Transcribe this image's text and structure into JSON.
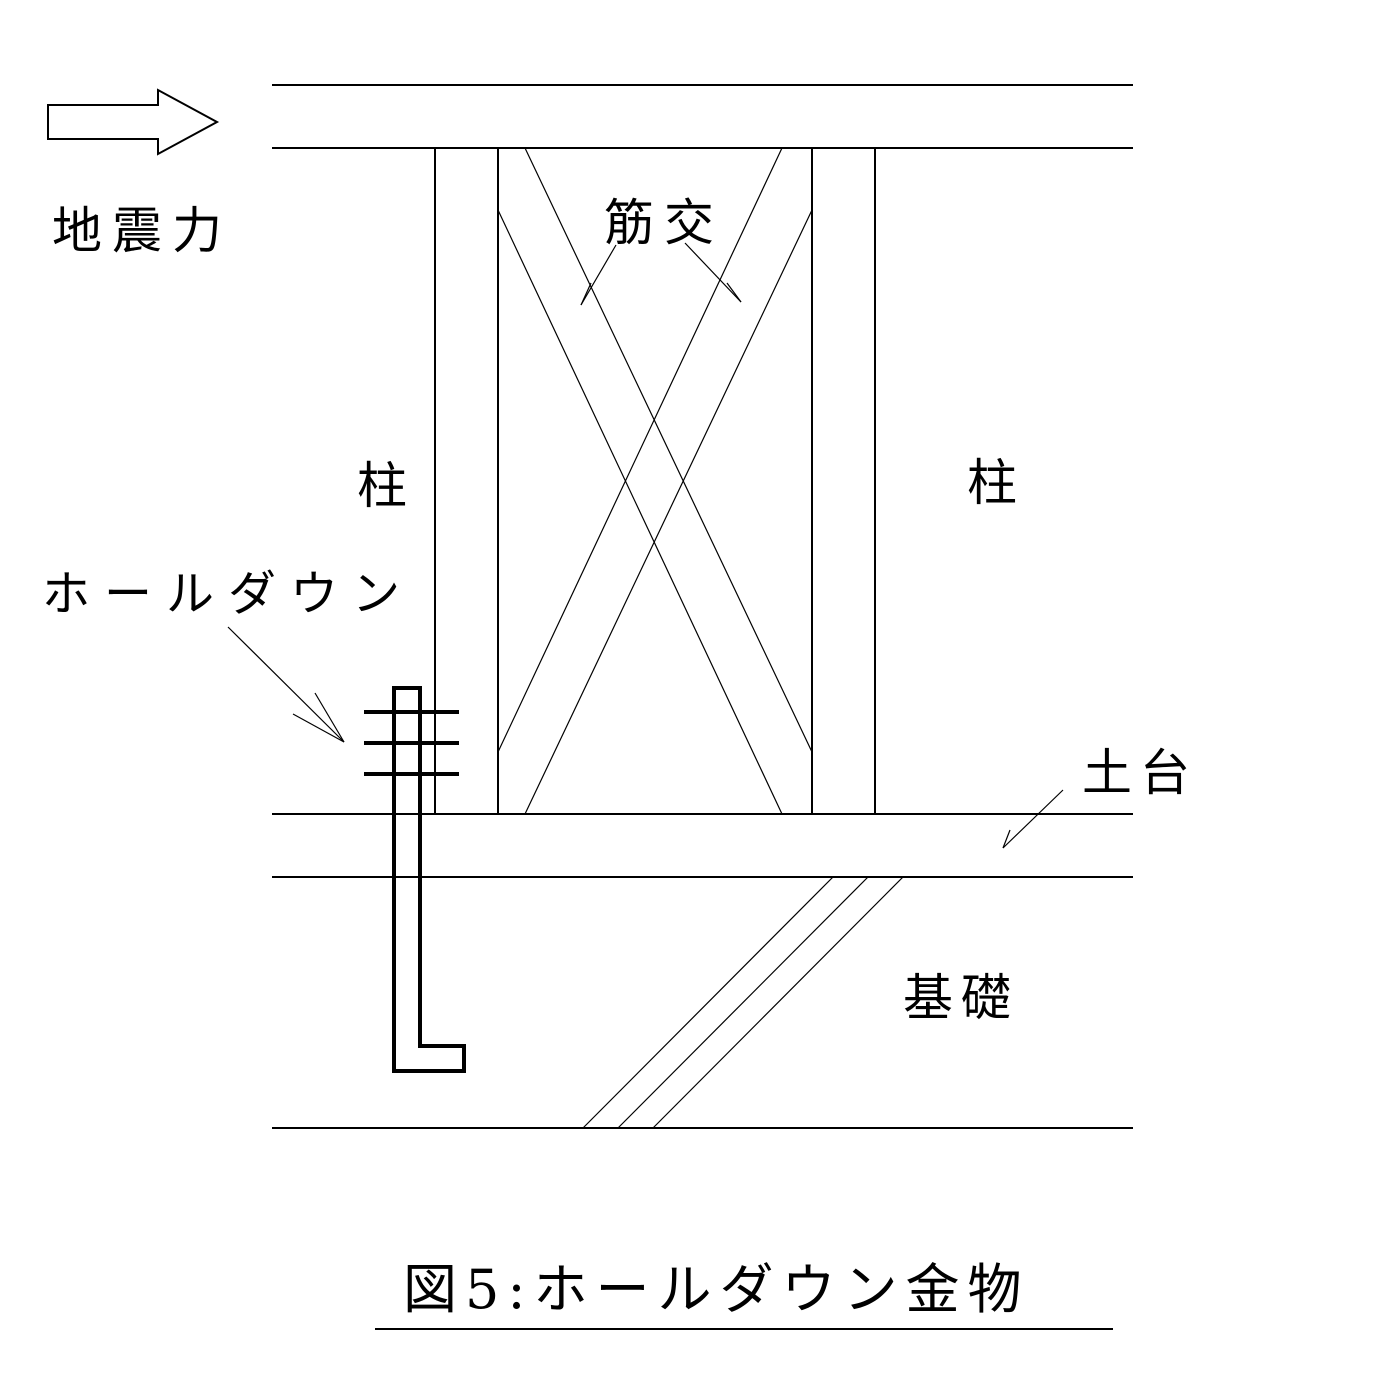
{
  "labels": {
    "seismic_force": "地震力",
    "column_left": "柱",
    "column_right": "柱",
    "brace": "筋交",
    "hold_down": "ホールダウン",
    "sill": "土台",
    "foundation": "基礎"
  },
  "caption": "図5:ホールダウン金物",
  "colors": {
    "line": "#000000",
    "background": "#ffffff"
  }
}
